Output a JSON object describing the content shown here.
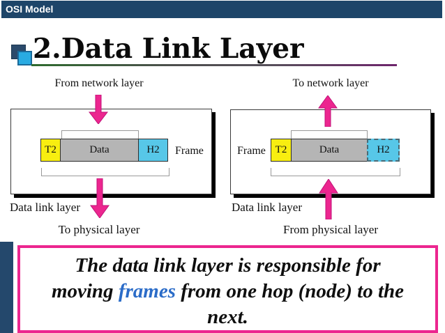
{
  "slide": {
    "header_bar": {
      "label": "OSI Model"
    },
    "title": "2.Data Link Layer"
  },
  "diagrams": [
    {
      "name": "sending-side",
      "top_label": "From network layer",
      "top_arrow": "down",
      "frame_label": "Frame",
      "frame_label_side": "right",
      "cells": [
        {
          "label": "T2",
          "color": "#f8ee10"
        },
        {
          "label": "Data",
          "color": "#b5b5b5"
        },
        {
          "label": "H2",
          "color": "#57c7e8"
        }
      ],
      "layer_label": "Data link layer",
      "bottom_label": "To physical layer",
      "bottom_arrow": "down"
    },
    {
      "name": "receiving-side",
      "top_label": "To network layer",
      "top_arrow": "up",
      "frame_label": "Frame",
      "frame_label_side": "left",
      "cells": [
        {
          "label": "T2",
          "color": "#f8ee10"
        },
        {
          "label": "Data",
          "color": "#b5b5b5"
        },
        {
          "label": "H2",
          "color": "#57c7e8",
          "border_style": "dashed"
        }
      ],
      "layer_label": "Data link layer",
      "bottom_label": "From physical layer",
      "bottom_arrow": "up"
    }
  ],
  "caption": {
    "line1": "The data link layer is responsible for",
    "line2_pre": "moving ",
    "line2_accent": "frames",
    "line2_post": " from one hop (node) to the",
    "line3": "next."
  },
  "palette": {
    "header_bar": "#1e4569",
    "sidebar": "#24486c",
    "arrow_pink": "#ec268f",
    "cell_yellow": "#f8ee10",
    "cell_gray": "#b5b5b5",
    "cell_cyan": "#57c7e8",
    "caption_border": "#ec268f",
    "caption_accent_text": "#2b6cc8",
    "underline_left": "#2e6b2e",
    "underline_right": "#6e256c"
  }
}
